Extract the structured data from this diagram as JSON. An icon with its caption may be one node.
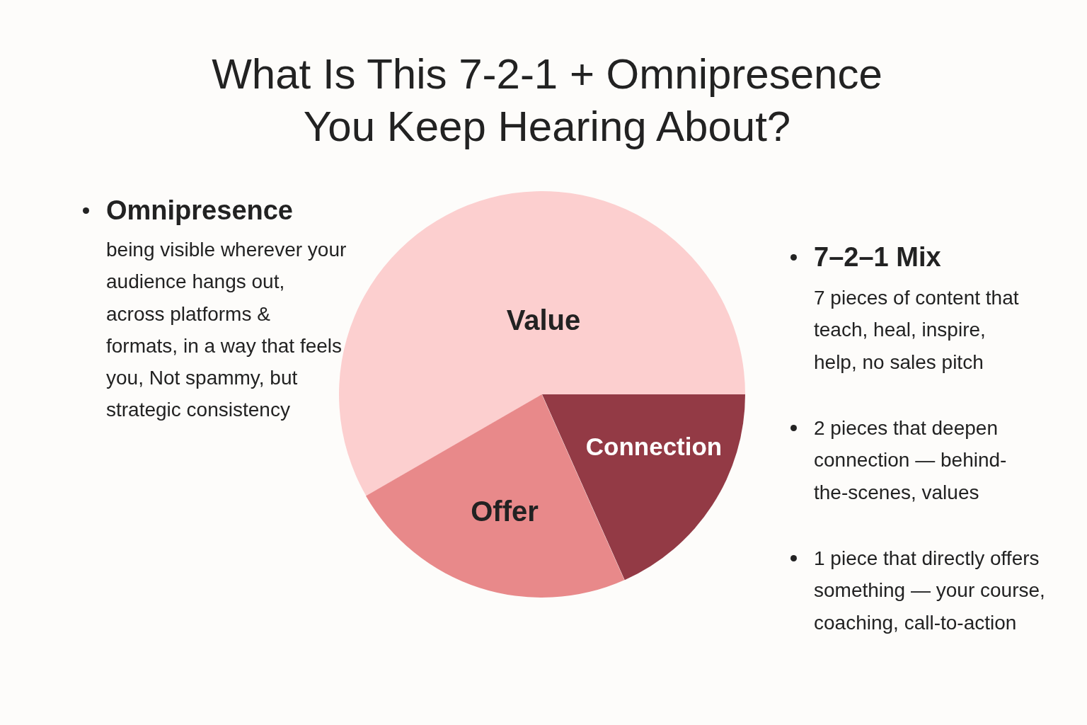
{
  "diagram": {
    "title": "What Is This 7-2-1 + Omnipresence You Keep Hearing About?",
    "nodes": [
      {
        "text": [
          "Value"
        ]
      },
      {
        "text": [
          "Offer"
        ]
      },
      {
        "text": [
          "Connection"
        ]
      }
    ],
    "edges": [],
    "labels": [
      "Omnipresence",
      "being visible wherever your audience hangs out, across platforms & formats, in a way that feels you, Not spammy, but strategic consistency",
      "7–2–1 Mix",
      "7 pieces of content that teach, heal, inspire, help, no sales pitch",
      "2 pieces that deepen connection — behind-the-scenes, values",
      "1 piece that directly offers something — your course, coaching, call-to-action"
    ]
  }
}
